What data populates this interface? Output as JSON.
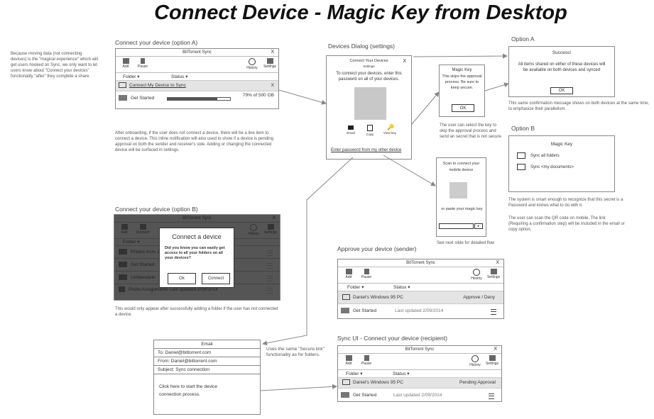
{
  "title": "Connect Device - Magic Key from Desktop",
  "left_note": "Because moving data (not connecting devices) is the \"magical experience\" which will get users hooked on Sync, we only want to let users know about \"Connect your devices\" functionality \"after\" they complete a share.",
  "app": {
    "name": "BitTorrent Sync",
    "add": "Add",
    "pause": "Pause",
    "connect": "Connect",
    "history": "History",
    "settings": "Settings",
    "folder": "Folder",
    "status": "Status",
    "close": "X"
  },
  "optA": {
    "heading": "Connect your device (option A)",
    "connect_link": "Connect My Device to Sync",
    "get_started": "Get Started",
    "progress_text": "79% of 500 GB",
    "progress": 0.79,
    "note": "After onboarding, if the user does not connect a device, there will be a line item to connect a device. This inline notification will also used to show if a device is pending approval on both the sender and receiver's side. Adding or changing the connected device will be surfaced in settings."
  },
  "optB": {
    "heading": "Connect your device (option B)",
    "rows": [
      "Photos from J",
      "Get Started",
      "Lichtenstein",
      "Photo Assignments"
    ],
    "last_updated": "Last updated 2/09/2014",
    "modal_title": "Connect a device",
    "modal_text": "Did you know you can easily get access to all your folders on all your devices?",
    "ok": "Ok",
    "connect_btn": "Connect",
    "note": "This would only appear after successfully adding a folder if the user has not connected a device."
  },
  "devicesDialog": {
    "heading": "Devices Dialog (settings)",
    "title": "Connect Your Devices",
    "subtitle": "Settings",
    "instruction": "To connect your devices, enter this password on all of your devices.",
    "email": "Email",
    "copy": "Copy",
    "viewkey": "View key",
    "link": "Enter password from my other device"
  },
  "magicKey": {
    "title": "Magic Key",
    "text": "This skips the approval process. Be sure to keep secure.",
    "ok": "OK",
    "note": "The user can select the key to skip the approval process and send an secret that is not secure."
  },
  "scan": {
    "text1": "Scan to connect your mobile device",
    "text2": "or paste your magic key",
    "note": "See next slide for detailed flow"
  },
  "optionA_panel": {
    "heading": "Option A",
    "title": "Success!",
    "text": "All items shared on either of these devices will be available on both devices and synced",
    "ok": "OK",
    "note": "This same confirmation message shows on both devices at the same time, to emphasize their parallelism."
  },
  "optionB_panel": {
    "heading": "Option B",
    "title": "Magic Key",
    "opt1": "Sync all folders",
    "opt2": "Sync <my documents>",
    "note1": "The system is smart enough to recognize that this secret is a Password and knows what to do with it.",
    "note2": "The user can scan the QR code on mobile. The link (Requiring a confirmation step) will be included in the email or copy option."
  },
  "approve": {
    "heading": "Approve your device (sender)",
    "device": "Daniel's Windows 95 PC",
    "action": "Approve / Deny",
    "get_started": "Get Started",
    "last_updated": "Last updated 2/09/2014"
  },
  "recipient": {
    "heading": "Sync UI - Connect your device (recipient)",
    "device": "Daniel's Windows 95 PC",
    "action": "Pending Approval",
    "get_started": "Get Started",
    "last_updated": "Last updated 2/09/2014"
  },
  "email": {
    "title": "Email",
    "to": "To: Daniel@bittorrent.com",
    "from": "From: Daniel@bittorrent.com",
    "subject": "Subject: Sync connection",
    "body": "Click here to start the device connection process.",
    "note": "Uses the same \"Secure link\" functionality as for folders."
  }
}
